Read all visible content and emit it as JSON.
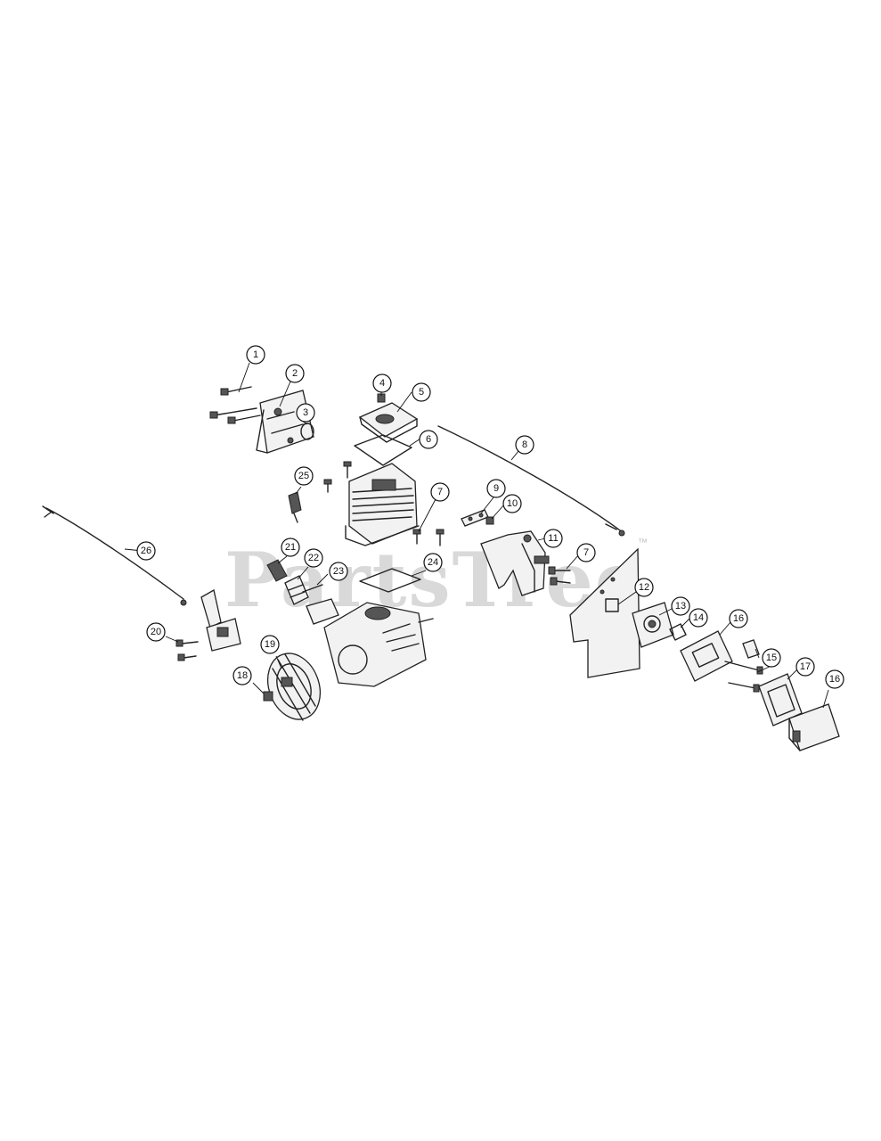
{
  "watermark": {
    "text": "PartsTree",
    "trademark": "™"
  },
  "callouts": [
    "1",
    "2",
    "3",
    "4",
    "5",
    "6",
    "7",
    "8",
    "9",
    "10",
    "11",
    "7",
    "12",
    "13",
    "14",
    "16",
    "15",
    "17",
    "16",
    "18",
    "19",
    "20",
    "21",
    "22",
    "23",
    "24",
    "25",
    "26"
  ]
}
